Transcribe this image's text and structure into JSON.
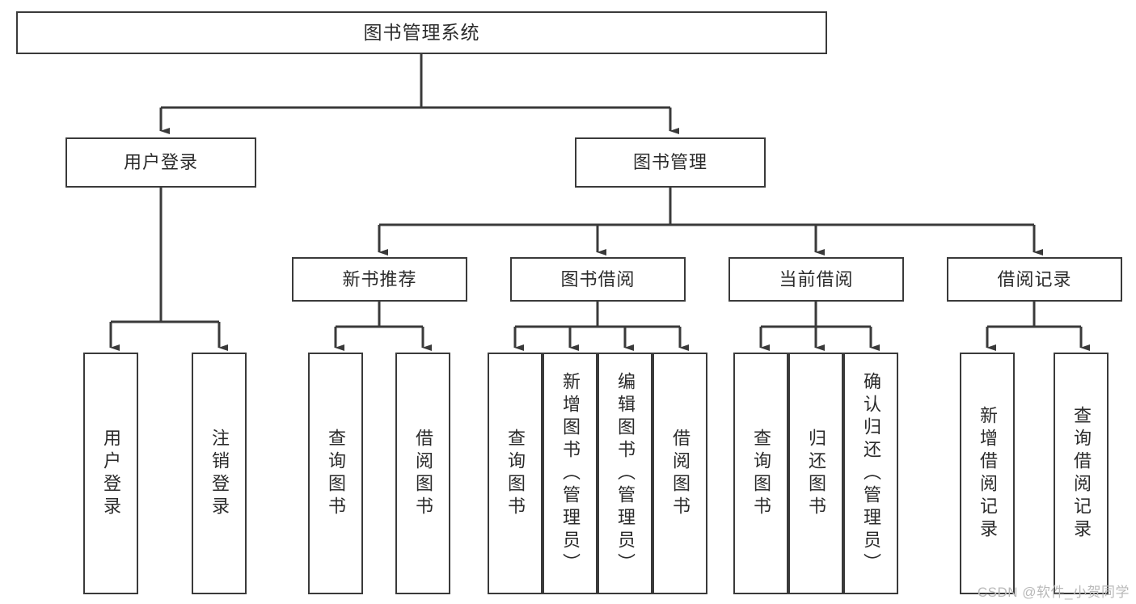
{
  "diagram": {
    "title": "图书管理系统",
    "type": "tree-hierarchy-diagram",
    "root": {
      "id": "root",
      "label": "图书管理系统"
    },
    "level2": [
      {
        "id": "user-login",
        "label": "用户登录"
      },
      {
        "id": "book-management",
        "label": "图书管理"
      }
    ],
    "level3": [
      {
        "id": "new-book-recommend",
        "label": "新书推荐"
      },
      {
        "id": "book-borrow",
        "label": "图书借阅"
      },
      {
        "id": "current-borrow",
        "label": "当前借阅"
      },
      {
        "id": "borrow-record",
        "label": "借阅记录"
      }
    ],
    "leaves": {
      "user_login": [
        {
          "id": "leaf-user-login",
          "label": "用户登录"
        },
        {
          "id": "leaf-logout",
          "label": "注销登录"
        }
      ],
      "new_book_recommend": [
        {
          "id": "leaf-query-book-1",
          "label": "查询图书"
        },
        {
          "id": "leaf-borrow-book-1",
          "label": "借阅图书"
        }
      ],
      "book_borrow": [
        {
          "id": "leaf-query-book-2",
          "label": "查询图书"
        },
        {
          "id": "leaf-add-book",
          "label": "新增图书（管理员）"
        },
        {
          "id": "leaf-edit-book",
          "label": "编辑图书（管理员）"
        },
        {
          "id": "leaf-borrow-book-2",
          "label": "借阅图书"
        }
      ],
      "current_borrow": [
        {
          "id": "leaf-query-book-3",
          "label": "查询图书"
        },
        {
          "id": "leaf-return-book",
          "label": "归还图书"
        },
        {
          "id": "leaf-confirm-return",
          "label": "确认归还（管理员）"
        }
      ],
      "borrow_record": [
        {
          "id": "leaf-add-record",
          "label": "新增借阅记录"
        },
        {
          "id": "leaf-query-record",
          "label": "查询借阅记录"
        }
      ]
    }
  },
  "watermark": {
    "text": "CSDN @软件_小贺同学"
  },
  "colors": {
    "stroke": "#3a3a3a",
    "box_fill": "#ffffff",
    "text": "#2b2b2b",
    "watermark": "#b9b9b9",
    "background": "#ffffff"
  }
}
